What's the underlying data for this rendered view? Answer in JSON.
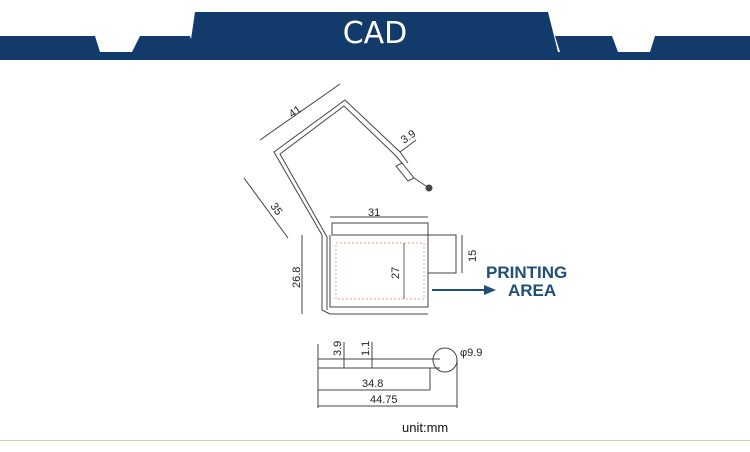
{
  "header": {
    "title": "CAD",
    "banner_color": "#123a6b"
  },
  "drawing": {
    "dimensions": {
      "top_length": "41",
      "tip_diameter": "3.9",
      "left_length": "35",
      "seal_width": "31",
      "seal_height": "27",
      "tab_height": "15",
      "bottom_height": "26.8",
      "side_thickness_a": "3.9",
      "side_thickness_b": "1.1",
      "ring_diameter": "φ9.9",
      "body_length": "34.8",
      "total_length": "44.75"
    },
    "printing_area": {
      "line1": "PRINTING",
      "line2": "AREA",
      "color": "#1f4e79"
    },
    "unit_label": "unit:mm",
    "accent_colors": {
      "printing_area_outline": "#e4a78a",
      "divider": "#d9cfa4"
    }
  }
}
